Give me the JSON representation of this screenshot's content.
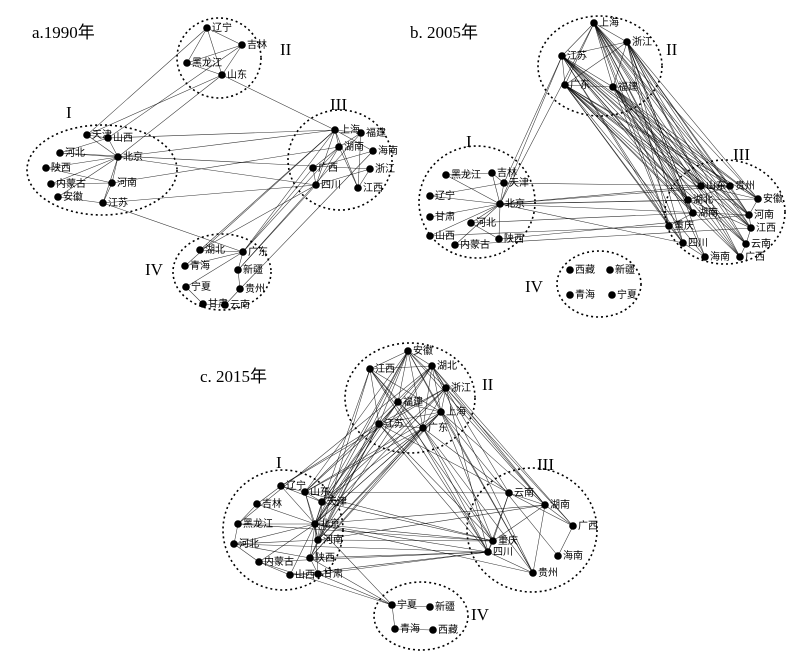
{
  "panels": [
    {
      "title": "a.1990年",
      "groups": [
        "I",
        "II",
        "III",
        "IV"
      ],
      "nodes": [
        "辽宁",
        "吉林",
        "黑龙江",
        "山东",
        "天津",
        "山西",
        "河北",
        "北京",
        "陕西",
        "内蒙古",
        "河南",
        "安徽",
        "江苏",
        "上海",
        "福建",
        "湖南",
        "海南",
        "广西",
        "四川",
        "浙江",
        "江西",
        "湖北",
        "广东",
        "青海",
        "新疆",
        "宁夏",
        "贵州",
        "甘肃",
        "云南"
      ],
      "edges": [
        [
          0,
          1
        ],
        [
          0,
          2
        ],
        [
          0,
          3
        ],
        [
          1,
          2
        ],
        [
          1,
          3
        ],
        [
          2,
          3
        ],
        [
          4,
          0
        ],
        [
          4,
          3
        ],
        [
          5,
          1
        ],
        [
          7,
          3
        ],
        [
          4,
          7
        ],
        [
          5,
          7
        ],
        [
          6,
          7
        ],
        [
          8,
          7
        ],
        [
          9,
          7
        ],
        [
          10,
          7
        ],
        [
          11,
          7
        ],
        [
          12,
          7
        ],
        [
          4,
          5
        ],
        [
          6,
          5
        ],
        [
          9,
          10
        ],
        [
          11,
          12
        ],
        [
          8,
          10
        ],
        [
          12,
          10
        ],
        [
          13,
          14
        ],
        [
          13,
          15
        ],
        [
          13,
          16
        ],
        [
          14,
          15
        ],
        [
          15,
          17
        ],
        [
          16,
          17
        ],
        [
          17,
          18
        ],
        [
          18,
          19
        ],
        [
          19,
          20
        ],
        [
          13,
          20
        ],
        [
          14,
          20
        ],
        [
          15,
          20
        ],
        [
          13,
          18
        ],
        [
          18,
          15
        ],
        [
          7,
          13
        ],
        [
          7,
          18
        ],
        [
          12,
          18
        ],
        [
          10,
          15
        ],
        [
          6,
          19
        ],
        [
          21,
          22
        ],
        [
          22,
          23
        ],
        [
          22,
          24
        ],
        [
          22,
          25
        ],
        [
          24,
          26
        ],
        [
          25,
          27
        ],
        [
          27,
          28
        ],
        [
          26,
          28
        ],
        [
          21,
          13
        ],
        [
          22,
          13
        ],
        [
          21,
          18
        ],
        [
          22,
          17
        ],
        [
          22,
          15
        ],
        [
          24,
          18
        ],
        [
          24,
          14
        ],
        [
          23,
          13
        ],
        [
          26,
          16
        ],
        [
          12,
          22
        ],
        [
          3,
          13
        ],
        [
          5,
          13
        ]
      ]
    },
    {
      "title": "b. 2005年",
      "groups": [
        "I",
        "II",
        "III",
        "IV"
      ],
      "nodes": [
        "上海",
        "浙江",
        "江苏",
        "广东",
        "福建",
        "黑龙江",
        "吉林",
        "辽宁",
        "天津",
        "北京",
        "甘肃",
        "河北",
        "山西",
        "内蒙古",
        "陕西",
        "山东",
        "贵州",
        "安徽",
        "湖北",
        "河南",
        "湖南",
        "江西",
        "重庆",
        "四川",
        "云南",
        "海南",
        "广西",
        "西藏",
        "新疆",
        "青海",
        "宁夏"
      ],
      "edges": [
        [
          0,
          1
        ],
        [
          0,
          2
        ],
        [
          0,
          3
        ],
        [
          0,
          4
        ],
        [
          1,
          2
        ],
        [
          1,
          3
        ],
        [
          1,
          4
        ],
        [
          2,
          3
        ],
        [
          3,
          4
        ],
        [
          2,
          4
        ],
        [
          5,
          6
        ],
        [
          6,
          8
        ],
        [
          7,
          9
        ],
        [
          8,
          9
        ],
        [
          10,
          9
        ],
        [
          11,
          9
        ],
        [
          12,
          9
        ],
        [
          13,
          9
        ],
        [
          14,
          9
        ],
        [
          7,
          8
        ],
        [
          11,
          14
        ],
        [
          5,
          9
        ],
        [
          6,
          9
        ],
        [
          9,
          2
        ],
        [
          9,
          0
        ],
        [
          8,
          2
        ],
        [
          9,
          15
        ],
        [
          9,
          16
        ],
        [
          9,
          17
        ],
        [
          9,
          18
        ],
        [
          9,
          19
        ],
        [
          11,
          20
        ],
        [
          14,
          19
        ],
        [
          13,
          21
        ],
        [
          12,
          22
        ],
        [
          8,
          16
        ],
        [
          9,
          23
        ],
        [
          0,
          15
        ],
        [
          0,
          16
        ],
        [
          0,
          17
        ],
        [
          0,
          18
        ],
        [
          0,
          19
        ],
        [
          0,
          20
        ],
        [
          0,
          21
        ],
        [
          0,
          22
        ],
        [
          0,
          23
        ],
        [
          0,
          24
        ],
        [
          0,
          25
        ],
        [
          0,
          26
        ],
        [
          1,
          15
        ],
        [
          1,
          16
        ],
        [
          1,
          17
        ],
        [
          1,
          18
        ],
        [
          1,
          19
        ],
        [
          1,
          20
        ],
        [
          1,
          21
        ],
        [
          1,
          22
        ],
        [
          1,
          23
        ],
        [
          1,
          24
        ],
        [
          1,
          25
        ],
        [
          1,
          26
        ],
        [
          2,
          15
        ],
        [
          2,
          16
        ],
        [
          2,
          17
        ],
        [
          2,
          18
        ],
        [
          2,
          19
        ],
        [
          2,
          20
        ],
        [
          2,
          21
        ],
        [
          2,
          22
        ],
        [
          2,
          23
        ],
        [
          2,
          24
        ],
        [
          2,
          26
        ],
        [
          3,
          15
        ],
        [
          3,
          16
        ],
        [
          3,
          17
        ],
        [
          3,
          18
        ],
        [
          3,
          19
        ],
        [
          3,
          20
        ],
        [
          3,
          21
        ],
        [
          3,
          22
        ],
        [
          3,
          23
        ],
        [
          3,
          24
        ],
        [
          3,
          25
        ],
        [
          3,
          26
        ],
        [
          4,
          15
        ],
        [
          4,
          16
        ],
        [
          4,
          17
        ],
        [
          4,
          18
        ],
        [
          4,
          19
        ],
        [
          4,
          20
        ],
        [
          4,
          21
        ],
        [
          4,
          22
        ],
        [
          4,
          24
        ],
        [
          4,
          26
        ],
        [
          15,
          16
        ],
        [
          15,
          17
        ],
        [
          16,
          18
        ],
        [
          17,
          19
        ],
        [
          18,
          20
        ],
        [
          19,
          21
        ],
        [
          20,
          22
        ],
        [
          21,
          24
        ],
        [
          22,
          23
        ],
        [
          23,
          25
        ],
        [
          24,
          26
        ],
        [
          16,
          19
        ],
        [
          18,
          21
        ]
      ]
    },
    {
      "title": "c. 2015年",
      "groups": [
        "I",
        "II",
        "III",
        "IV"
      ],
      "nodes": [
        "安徽",
        "江西",
        "湖北",
        "浙江",
        "福建",
        "上海",
        "江苏",
        "广东",
        "辽宁",
        "山东",
        "吉林",
        "天津",
        "黑龙江",
        "北京",
        "河北",
        "河南",
        "内蒙古",
        "陕西",
        "山西",
        "甘肃",
        "云南",
        "湖南",
        "广西",
        "重庆",
        "四川",
        "海南",
        "贵州",
        "宁夏",
        "新疆",
        "青海",
        "西藏"
      ],
      "edges": [
        [
          0,
          1
        ],
        [
          0,
          2
        ],
        [
          0,
          3
        ],
        [
          0,
          5
        ],
        [
          0,
          6
        ],
        [
          0,
          7
        ],
        [
          1,
          2
        ],
        [
          1,
          4
        ],
        [
          1,
          6
        ],
        [
          1,
          7
        ],
        [
          2,
          3
        ],
        [
          2,
          5
        ],
        [
          2,
          7
        ],
        [
          3,
          5
        ],
        [
          3,
          6
        ],
        [
          3,
          7
        ],
        [
          4,
          5
        ],
        [
          4,
          6
        ],
        [
          4,
          7
        ],
        [
          5,
          6
        ],
        [
          5,
          7
        ],
        [
          6,
          7
        ],
        [
          1,
          5
        ],
        [
          2,
          6
        ],
        [
          0,
          4
        ],
        [
          8,
          9
        ],
        [
          8,
          10
        ],
        [
          8,
          11
        ],
        [
          9,
          11
        ],
        [
          10,
          12
        ],
        [
          11,
          13
        ],
        [
          12,
          13
        ],
        [
          13,
          14
        ],
        [
          13,
          15
        ],
        [
          13,
          16
        ],
        [
          13,
          17
        ],
        [
          13,
          18
        ],
        [
          13,
          19
        ],
        [
          14,
          16
        ],
        [
          14,
          15
        ],
        [
          15,
          17
        ],
        [
          16,
          18
        ],
        [
          17,
          19
        ],
        [
          18,
          19
        ],
        [
          9,
          13
        ],
        [
          10,
          13
        ],
        [
          8,
          13
        ],
        [
          11,
          15
        ],
        [
          9,
          15
        ],
        [
          14,
          17
        ],
        [
          12,
          14
        ],
        [
          0,
          9
        ],
        [
          0,
          13
        ],
        [
          1,
          13
        ],
        [
          2,
          13
        ],
        [
          3,
          13
        ],
        [
          4,
          13
        ],
        [
          5,
          13
        ],
        [
          6,
          13
        ],
        [
          7,
          13
        ],
        [
          5,
          9
        ],
        [
          6,
          9
        ],
        [
          7,
          9
        ],
        [
          3,
          11
        ],
        [
          6,
          11
        ],
        [
          2,
          15
        ],
        [
          0,
          15
        ],
        [
          7,
          15
        ],
        [
          5,
          15
        ],
        [
          6,
          17
        ],
        [
          7,
          17
        ],
        [
          4,
          11
        ],
        [
          1,
          15
        ],
        [
          2,
          12
        ],
        [
          3,
          8
        ],
        [
          6,
          15
        ],
        [
          5,
          17
        ],
        [
          0,
          11
        ],
        [
          7,
          11
        ],
        [
          2,
          9
        ],
        [
          6,
          8
        ],
        [
          20,
          21
        ],
        [
          20,
          23
        ],
        [
          21,
          22
        ],
        [
          21,
          26
        ],
        [
          22,
          25
        ],
        [
          23,
          24
        ],
        [
          24,
          26
        ],
        [
          23,
          21
        ],
        [
          24,
          20
        ],
        [
          20,
          22
        ],
        [
          0,
          21
        ],
        [
          2,
          21
        ],
        [
          2,
          20
        ],
        [
          3,
          21
        ],
        [
          5,
          21
        ],
        [
          5,
          23
        ],
        [
          6,
          23
        ],
        [
          6,
          24
        ],
        [
          7,
          24
        ],
        [
          7,
          23
        ],
        [
          7,
          26
        ],
        [
          5,
          26
        ],
        [
          2,
          26
        ],
        [
          4,
          24
        ],
        [
          3,
          24
        ],
        [
          1,
          24
        ],
        [
          0,
          26
        ],
        [
          7,
          20
        ],
        [
          5,
          25
        ],
        [
          2,
          22
        ],
        [
          3,
          22
        ],
        [
          6,
          20
        ],
        [
          1,
          23
        ],
        [
          13,
          23
        ],
        [
          13,
          24
        ],
        [
          13,
          21
        ],
        [
          9,
          23
        ],
        [
          9,
          20
        ],
        [
          15,
          23
        ],
        [
          17,
          24
        ],
        [
          16,
          24
        ],
        [
          11,
          23
        ],
        [
          14,
          24
        ],
        [
          18,
          24
        ],
        [
          19,
          24
        ],
        [
          13,
          26
        ],
        [
          15,
          21
        ],
        [
          12,
          23
        ],
        [
          17,
          27
        ],
        [
          19,
          27
        ],
        [
          13,
          27
        ],
        [
          16,
          27
        ],
        [
          27,
          28
        ],
        [
          29,
          30
        ],
        [
          27,
          29
        ]
      ]
    }
  ]
}
